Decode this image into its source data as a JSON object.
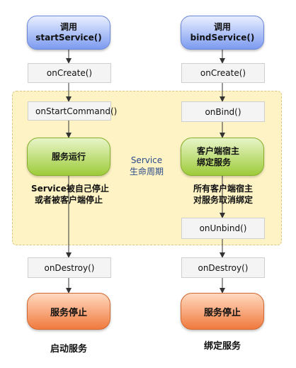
{
  "left_flow": {
    "start_line1": "调用",
    "start_line2": "startService()",
    "on_create": "onCreate()",
    "on_start_command": "onStartCommand()",
    "running": "服务运行",
    "stop_note_line1": "Service被自己停止",
    "stop_note_line2": "或者被客户端停止",
    "on_destroy": "onDestroy()",
    "stopped": "服务停止",
    "caption": "启动服务"
  },
  "right_flow": {
    "start_line1": "调用",
    "start_line2": "bindService()",
    "on_create": "onCreate()",
    "on_bind": "onBind()",
    "bound_line1": "客户端宿主",
    "bound_line2": "绑定服务",
    "unbind_note_line1": "所有客户端宿主",
    "unbind_note_line2": "对服务取消绑定",
    "on_unbind": "onUnbind()",
    "on_destroy": "onDestroy()",
    "stopped": "服务停止",
    "caption": "绑定服务"
  },
  "lifecycle_label": {
    "line1": "Service",
    "line2": "生命周期"
  },
  "colors": {
    "start_pill": "#7c9bf0",
    "running_pill": "#9ecb3a",
    "stopped_pill": "#f07a3e",
    "lifecycle_region": "#fdf3c4",
    "method_box": "#f4f4f4",
    "arrow": "#333333"
  }
}
